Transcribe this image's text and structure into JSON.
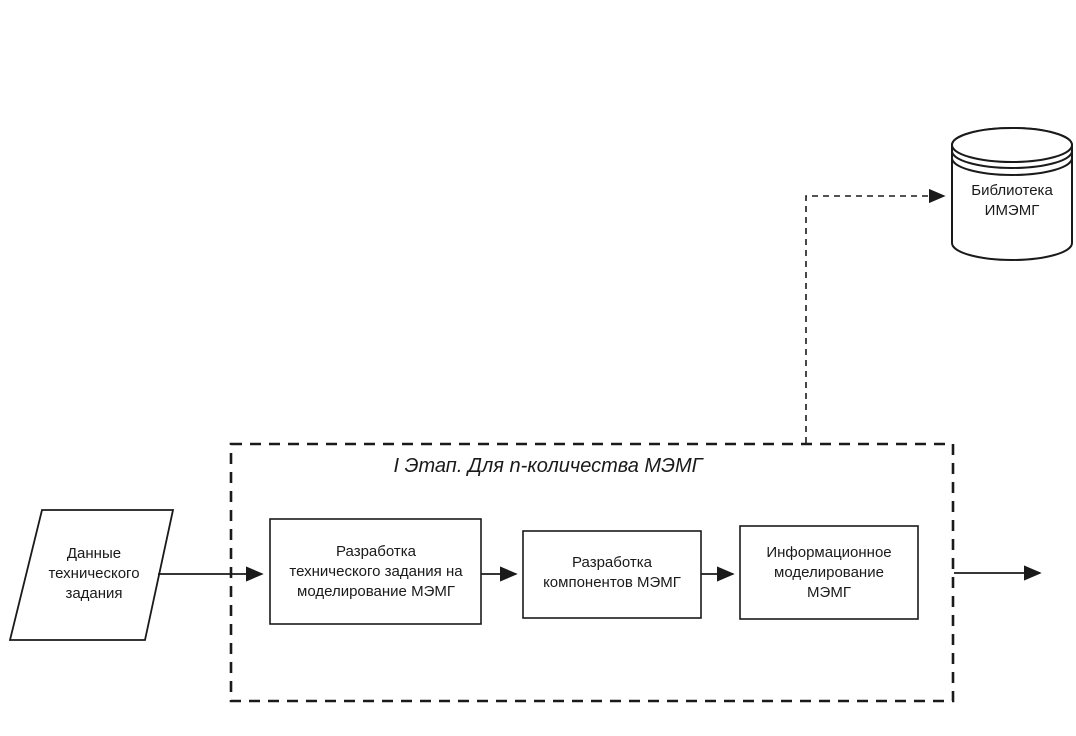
{
  "diagram": {
    "stage_group": {
      "title": "I Этап. Для n-количества МЭМГ"
    },
    "nodes": {
      "input_data": {
        "shape": "parallelogram",
        "lines": [
          "Данные",
          "технического",
          "задания"
        ]
      },
      "develop_spec": {
        "shape": "rectangle",
        "lines": [
          "Разработка",
          "технического задания на",
          "моделирование МЭМГ"
        ]
      },
      "develop_components": {
        "shape": "rectangle",
        "lines": [
          "Разработка",
          "компонентов МЭМГ"
        ]
      },
      "info_modeling": {
        "shape": "rectangle",
        "lines": [
          "Информационное",
          "моделирование",
          "МЭМГ"
        ]
      },
      "library": {
        "shape": "database-cylinder",
        "lines": [
          "Библиотека",
          "ИМЭМГ"
        ]
      }
    },
    "colors": {
      "stroke": "#1a1a1a",
      "background": "#ffffff"
    }
  }
}
